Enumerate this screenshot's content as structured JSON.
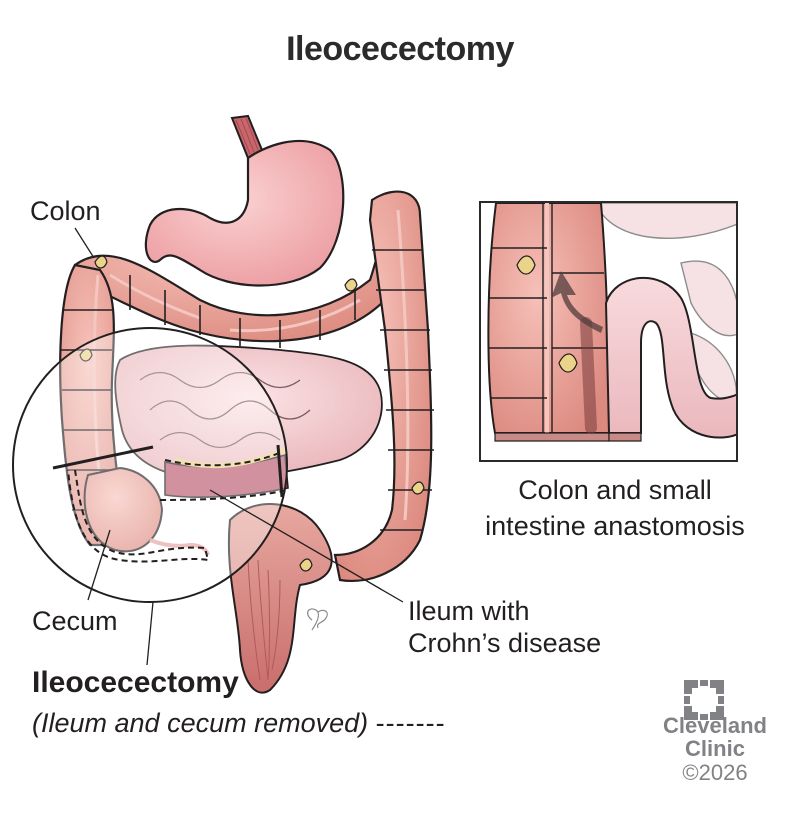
{
  "title": "Ileocecectomy",
  "labels": {
    "colon": "Colon",
    "cecum": "Cecum",
    "ileum_line1": "Ileum with",
    "ileum_line2": "Crohn’s disease",
    "procedure_title": "Ileocecectomy",
    "procedure_subtitle": "(Ileum and cecum removed)",
    "procedure_dashes": "-------"
  },
  "inset": {
    "caption_line1": "Colon and small",
    "caption_line2": "intestine anastomosis"
  },
  "branding": {
    "logo_icon": "cleveland-clinic-cross-icon",
    "name_line1": "Cleveland",
    "name_line2": "Clinic",
    "copyright": "©2026"
  },
  "colors": {
    "colon": "#eaa39a",
    "colon_dark": "#d98377",
    "small_intestine": "#f3c9cc",
    "stomach": "#f4b3b6",
    "fat": "#ecd38a",
    "diseased": "#b9566a",
    "rectum": "#d98a86",
    "outline": "#231f20",
    "logo_gray": "#808285"
  }
}
